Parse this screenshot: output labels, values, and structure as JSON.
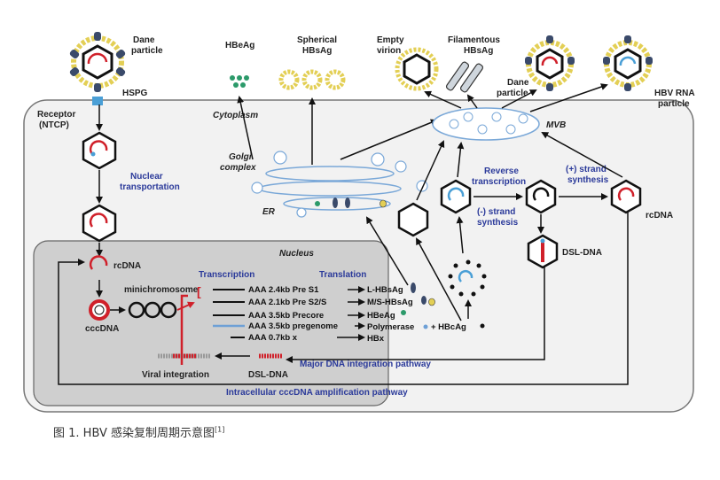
{
  "labels": {
    "dane_particle_left": [
      "Dane",
      "particle"
    ],
    "hspg": "HSPG",
    "receptor": [
      "Receptor",
      "(NTCP)"
    ],
    "nuclear_transport": [
      "Nuclear",
      "transportation"
    ],
    "hbeag_top": "HBeAg",
    "spherical_hbsag": [
      "Spherical",
      "HBsAg"
    ],
    "empty_virion": [
      "Empty",
      "virion"
    ],
    "filamentous_hbsag": [
      "Filamentous",
      "HBsAg"
    ],
    "dane_particle_right": [
      "Dane",
      "particle"
    ],
    "hbv_rna_particle": [
      "HBV RNA",
      "particle"
    ],
    "cytoplasm": "Cytoplasm",
    "golgi": [
      "Golgi",
      "complex"
    ],
    "er": "ER",
    "mvb": "MVB",
    "reverse_transcription": [
      "Reverse",
      "transcription"
    ],
    "minus_strand": [
      "(-) strand",
      "synthesis"
    ],
    "plus_strand": [
      "(+) strand",
      "synthesis"
    ],
    "rcdna_right": "rcDNA",
    "dsl_dna_right": "DSL-DNA",
    "nucleus": "Nucleus",
    "rcdna_nucleus": "rcDNA",
    "minichromosome": "minichromosome",
    "cccdna": "cccDNA",
    "transcription": "Transcription",
    "translation": "Translation",
    "viral_integration": "Viral integration",
    "dsl_dna_nucleus": "DSL-DNA",
    "major_integration": "Major DNA integration pathway",
    "amplification": "Intracellular cccDNA amplification pathway"
  },
  "transcripts": [
    {
      "text": "AAA 2.4kb Pre S1",
      "product": "L-HBsAg"
    },
    {
      "text": "AAA 2.1kb Pre S2/S",
      "product": "M/S-HBsAg"
    },
    {
      "text": "AAA 3.5kb Precore",
      "product": "HBeAg"
    },
    {
      "text": "AAA 3.5kb pregenome",
      "product": "Polymerase",
      "extra": "+ HBcAg"
    },
    {
      "text": "AAA 0.7kb x",
      "product": "HBx"
    }
  ],
  "caption": {
    "text": "图 1. HBV 感染复制周期示意图",
    "ref": "[1]"
  },
  "colors": {
    "blue_text": "#2b3a9a",
    "red": "#d0202a",
    "cell_fill": "#f2f2f2",
    "nucleus_fill": "#cfcfcf",
    "bead": "#e3cf55"
  }
}
